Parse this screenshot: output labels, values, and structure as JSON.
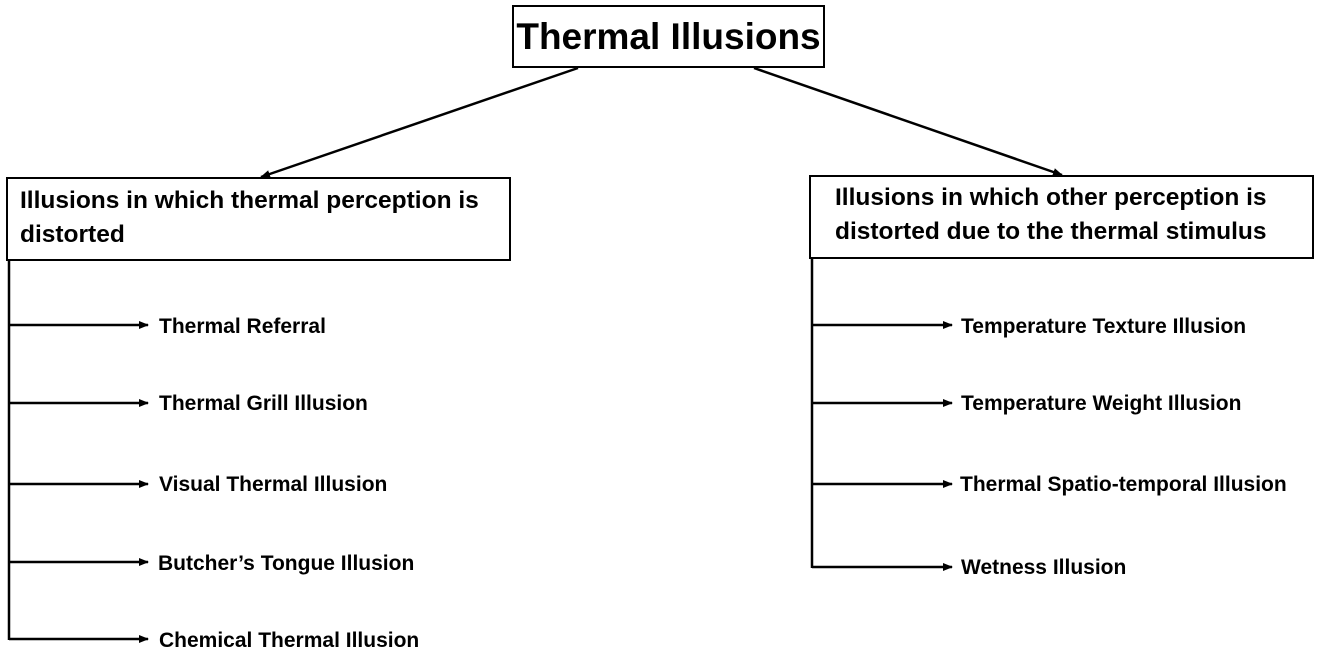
{
  "root": {
    "title": "Thermal Illusions"
  },
  "branches": [
    {
      "label": "Illusions in which thermal perception is distorted",
      "items": [
        "Thermal Referral",
        "Thermal Grill Illusion",
        "Visual Thermal Illusion",
        "Butcher’s Tongue Illusion",
        "Chemical Thermal Illusion"
      ]
    },
    {
      "label": "Illusions in which other perception is distorted due to the thermal stimulus",
      "items": [
        "Temperature Texture Illusion",
        "Temperature Weight Illusion",
        "Thermal Spatio-temporal Illusion",
        "Wetness Illusion"
      ]
    }
  ],
  "colors": {
    "line": "#000000",
    "box_border": "#000000",
    "background": "#ffffff",
    "text": "#000000"
  }
}
